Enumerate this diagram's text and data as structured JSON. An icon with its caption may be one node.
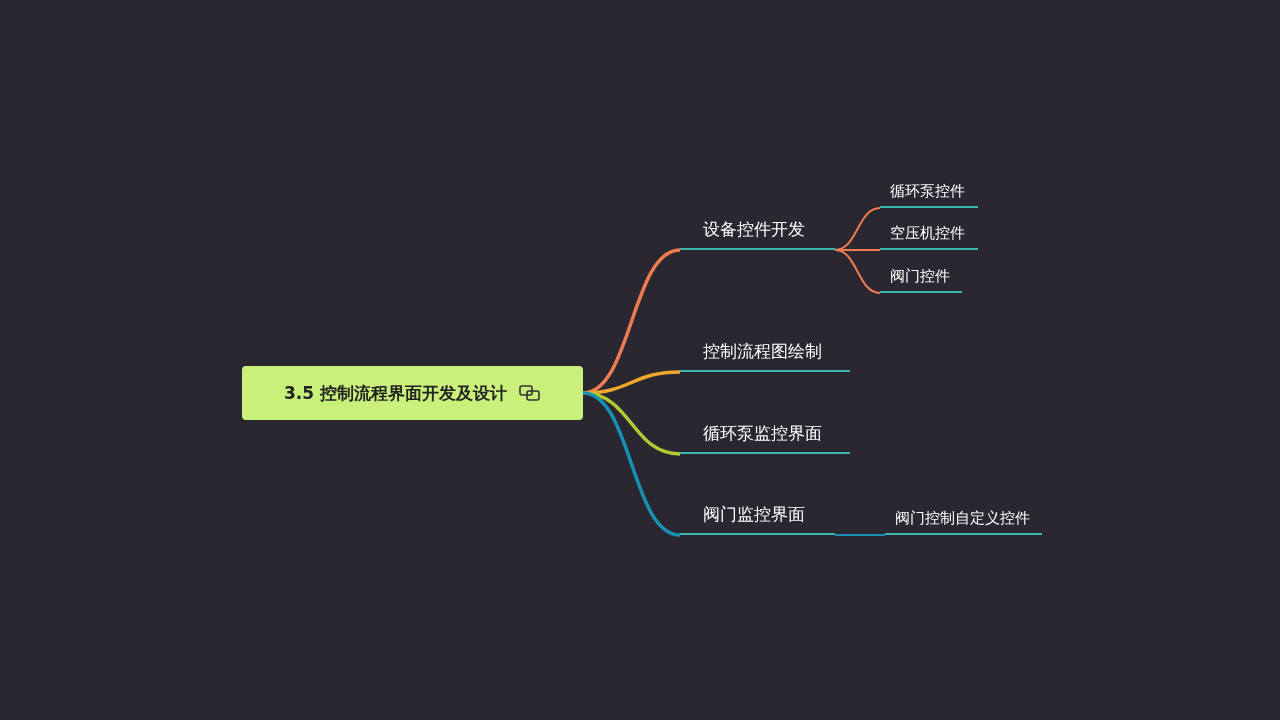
{
  "diagram": {
    "nodes": [
      {
        "text": [
          "3.5 控制流程界面开发及设计"
        ]
      },
      {
        "text": [
          "设备控件开发"
        ]
      },
      {
        "text": [
          "循环泵控件"
        ]
      },
      {
        "text": [
          "空压机控件"
        ]
      },
      {
        "text": [
          "阀门控件"
        ]
      },
      {
        "text": [
          "控制流程图绘制"
        ]
      },
      {
        "text": [
          "循环泵监控界面"
        ]
      },
      {
        "text": [
          "阀门监控界面"
        ]
      },
      {
        "text": [
          "阀门控制自定义控件"
        ]
      }
    ],
    "edges": [
      {
        "from": 0,
        "to": 1,
        "arrow": "none"
      },
      {
        "from": 1,
        "to": 2,
        "arrow": "none"
      },
      {
        "from": 1,
        "to": 3,
        "arrow": "none"
      },
      {
        "from": 1,
        "to": 4,
        "arrow": "none"
      },
      {
        "from": 0,
        "to": 5,
        "arrow": "none",
        "color": "#f0a82c"
      },
      {
        "from": 0,
        "to": 6,
        "arrow": "none",
        "color": "#b4c834"
      },
      {
        "from": 0,
        "to": 7,
        "arrow": "none",
        "color": "#1890b4"
      },
      {
        "from": 7,
        "to": 8,
        "arrow": "none",
        "color": "#1890b4"
      }
    ]
  }
}
